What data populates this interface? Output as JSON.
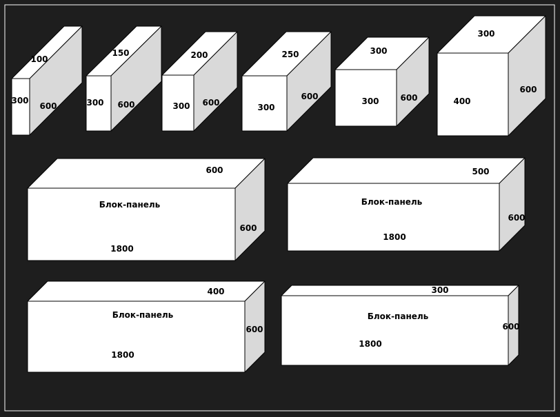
{
  "colors": {
    "background": "#1e1e1e",
    "front": "#ffffff",
    "top": "#ffffff",
    "side": "#d9d9d9",
    "stroke": "#000000",
    "border": "#ffffff"
  },
  "blocks": [
    {
      "front": "300",
      "top": "100",
      "side": "600"
    },
    {
      "front": "300",
      "top": "150",
      "side": "600"
    },
    {
      "front": "300",
      "top": "200",
      "side": "600"
    },
    {
      "front": "300",
      "top": "250",
      "side": "600"
    },
    {
      "front": "300",
      "top": "300",
      "side": "600"
    },
    {
      "front": "400",
      "top": "300",
      "side": "600"
    }
  ],
  "panels": [
    {
      "title": "Блок-панель",
      "length": "1800",
      "depth": "600",
      "height": "600"
    },
    {
      "title": "Блок-панель",
      "length": "1800",
      "depth": "500",
      "height": "600"
    },
    {
      "title": "Блок-панель",
      "length": "1800",
      "depth": "400",
      "height": "600"
    },
    {
      "title": "Блок-панель",
      "length": "1800",
      "depth": "300",
      "height": "600"
    }
  ]
}
